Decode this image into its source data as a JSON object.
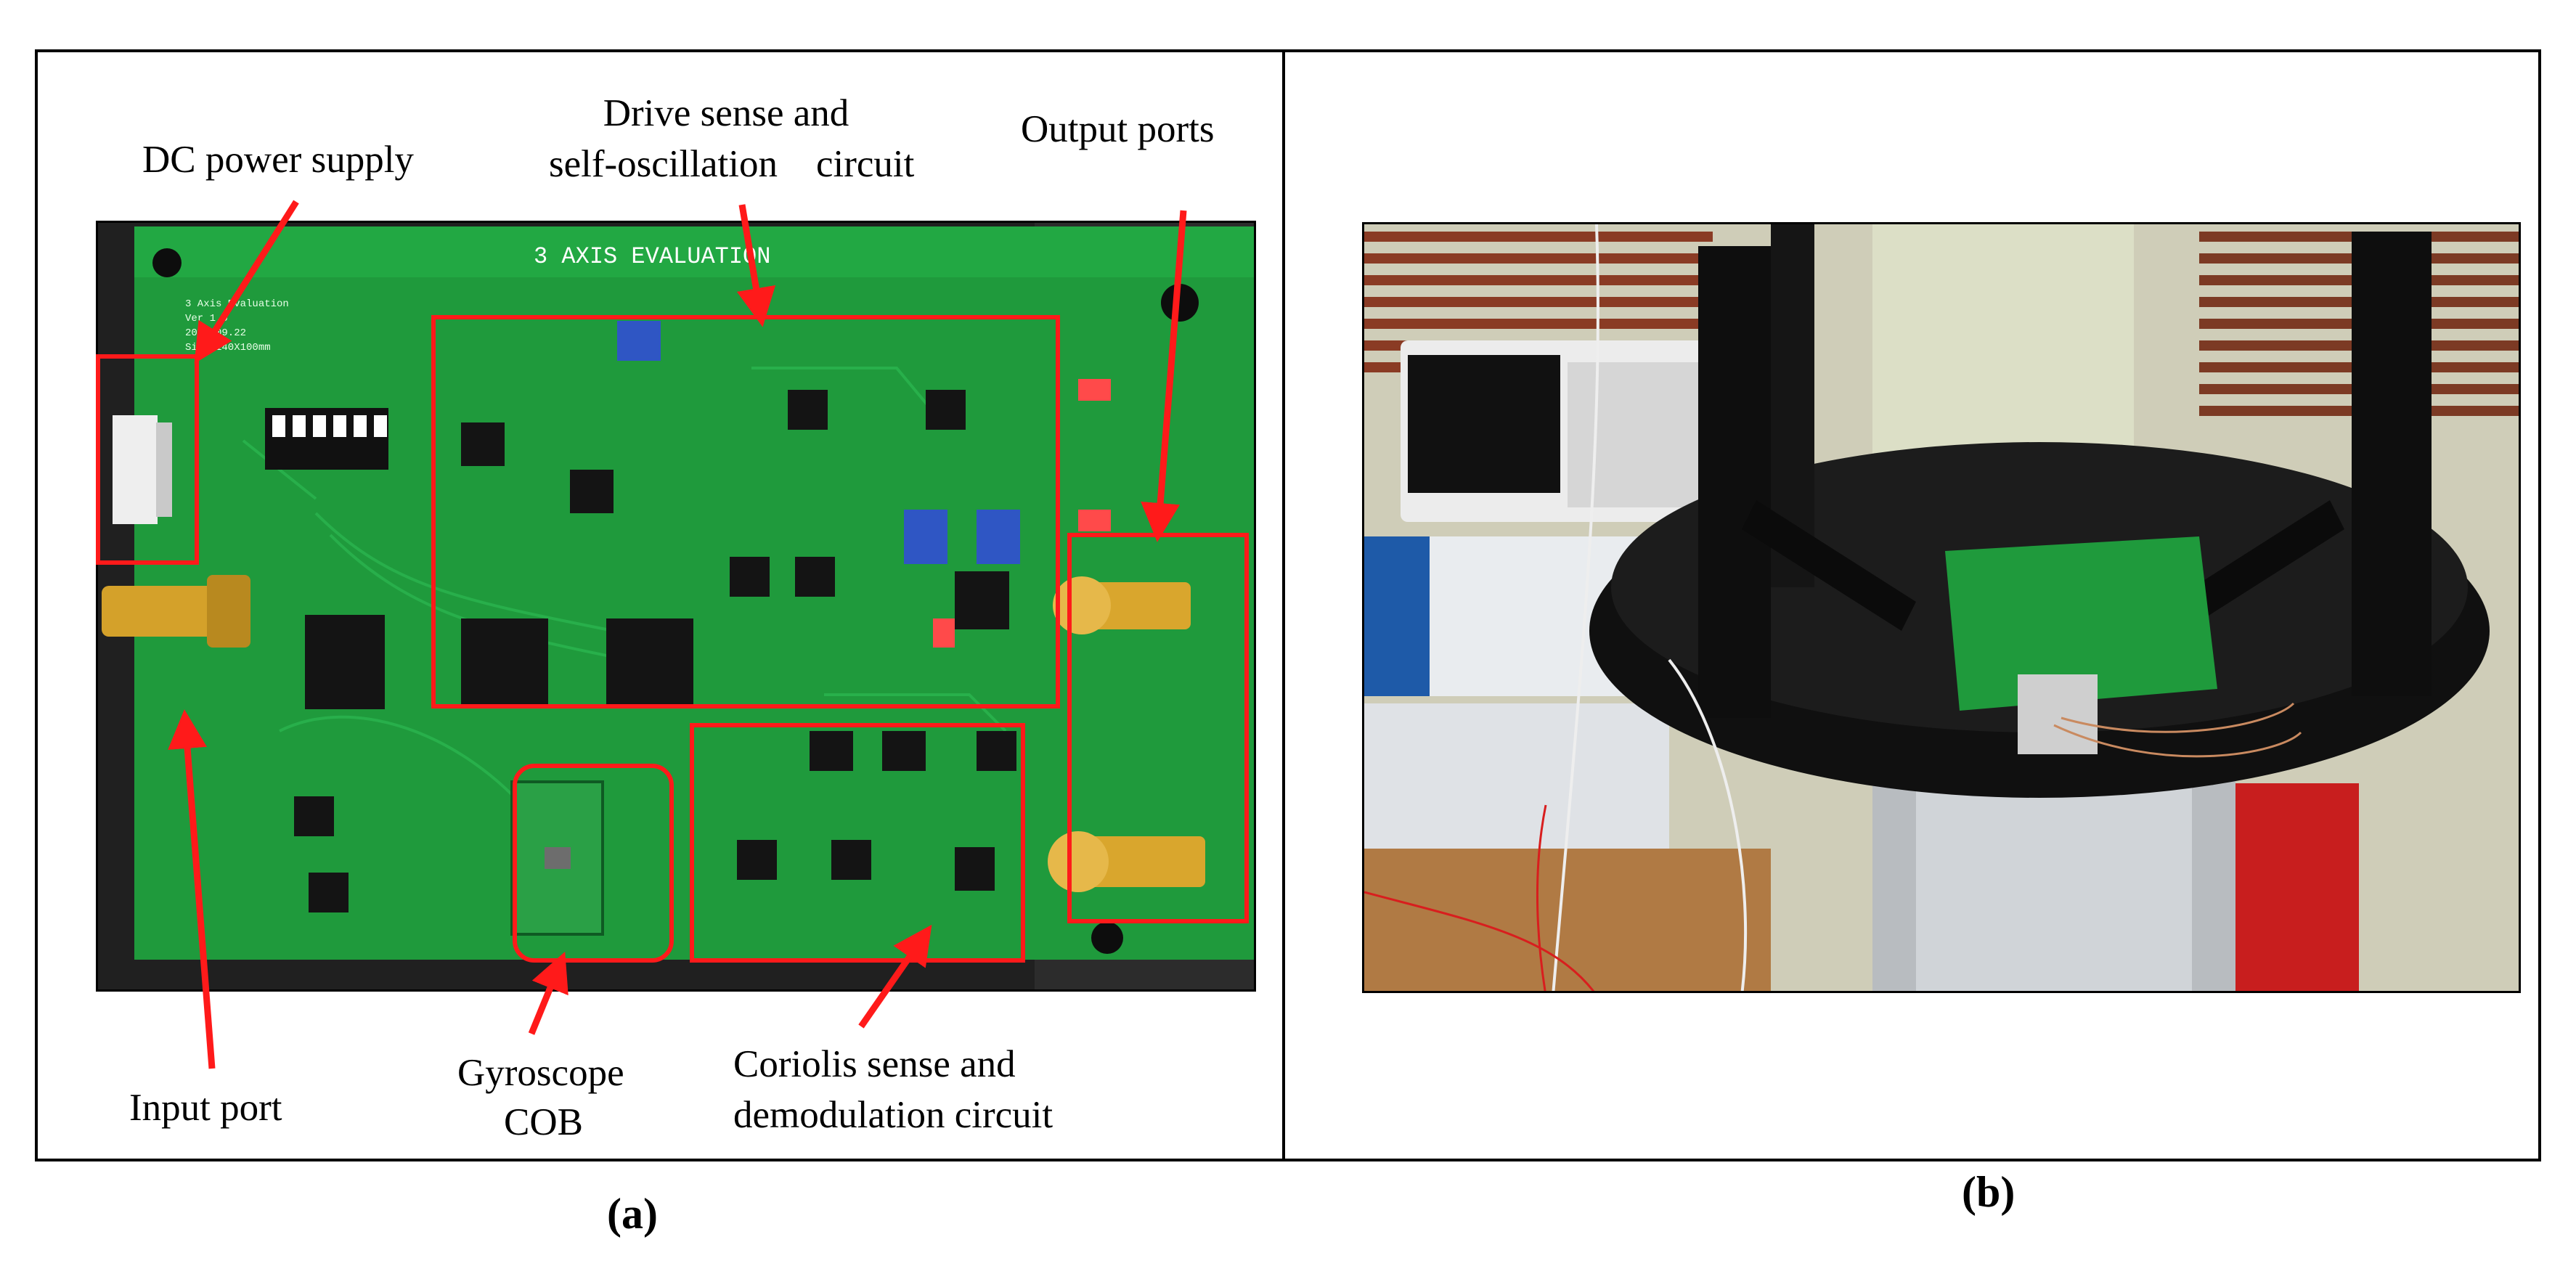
{
  "panel_a": {
    "caption": "(a)",
    "board_silkscreen": "3 AXIS EVALUATION",
    "board_info": [
      "3 Axis Evaluation",
      "Ver 1.0",
      "2017.09.22",
      "Size:140X100mm"
    ],
    "labels": {
      "dc_power": "DC power supply",
      "drive_line1": "Drive sense and",
      "drive_line2": "self-oscillation    circuit",
      "output_ports": "Output ports",
      "input_port": "Input port",
      "gyro_line1": "Gyroscope",
      "gyro_line2": "COB",
      "coriolis_line1": "Coriolis sense and",
      "coriolis_line2": "demodulation circuit"
    }
  },
  "panel_b": {
    "caption": "(b)"
  },
  "colors": {
    "pcb_green": "#1f9a3c",
    "annotation_red": "#ff1a1a",
    "frame": "#000000"
  }
}
